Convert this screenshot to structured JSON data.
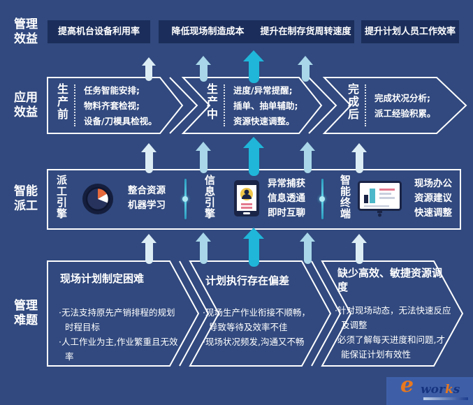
{
  "palette": {
    "background": "#31497E",
    "dark_box": "#1B2E5B",
    "outline_white": "#FFFFFF",
    "arrow_pale": "#DCEDF5",
    "arrow_light": "#A9D7E9",
    "arrow_cyan": "#1FB6D9",
    "divider_cyan": "#49C6DE",
    "icon_orange": "#E5693C",
    "logo_orange": "#E8781E",
    "logo_blue": "#16337F"
  },
  "left_labels": [
    {
      "lines": [
        "管理",
        "效益"
      ]
    },
    {
      "lines": [
        "应用",
        "效益"
      ]
    },
    {
      "lines": [
        "智能",
        "派工"
      ]
    },
    {
      "lines": [
        "管理",
        "难题"
      ]
    }
  ],
  "benefits": [
    "提高机台设备利用率",
    "降低现场制造成本",
    "提升在制存货周转速度",
    "提升计划人员工作效率"
  ],
  "stages": [
    {
      "title": "生产前",
      "items": [
        "任务智能安排;",
        "物料齐套检视;",
        "设备/刀模具检视。"
      ]
    },
    {
      "title": "生产中",
      "items": [
        "进度/异常提醒;",
        "插单、抽单辅助;",
        "资源快速调整。"
      ]
    },
    {
      "title": "完成后",
      "items": [
        "完成状况分析;",
        "派工经验积累。"
      ]
    }
  ],
  "engines": [
    {
      "title": "派工引擎",
      "icon": "pie-chart-icon",
      "items": [
        "整合资源",
        "机器学习"
      ]
    },
    {
      "title": "信息引擎",
      "icon": "mobile-chat-icon",
      "items": [
        "异常捕获",
        "信息透通",
        "即时互聊"
      ]
    },
    {
      "title": "智能终端",
      "icon": "dashboard-icon",
      "items": [
        "现场办公",
        "资源建议",
        "快速调整"
      ]
    }
  ],
  "problems": [
    {
      "title": "现场计划制定困难",
      "bullets": [
        "·无法支持原先产销排程的规划时程目标",
        "·人工作业为主,作业繁重且无效率"
      ]
    },
    {
      "title": "计划执行存在偏差",
      "bullets": [
        "·现场生产作业衔接不顺畅，导致等待及效率不佳",
        "·现场状况频发,沟通又不畅"
      ]
    },
    {
      "title": "缺少高效、敏捷资源调度",
      "bullets": [
        "·针对现场动态，无法快速反应及调整",
        "·必须了解每天进度和问题,才能保证计划有效性"
      ]
    }
  ],
  "logo": {
    "e": "e",
    "part1": "wor",
    "part2": "k",
    "part3": "s"
  }
}
